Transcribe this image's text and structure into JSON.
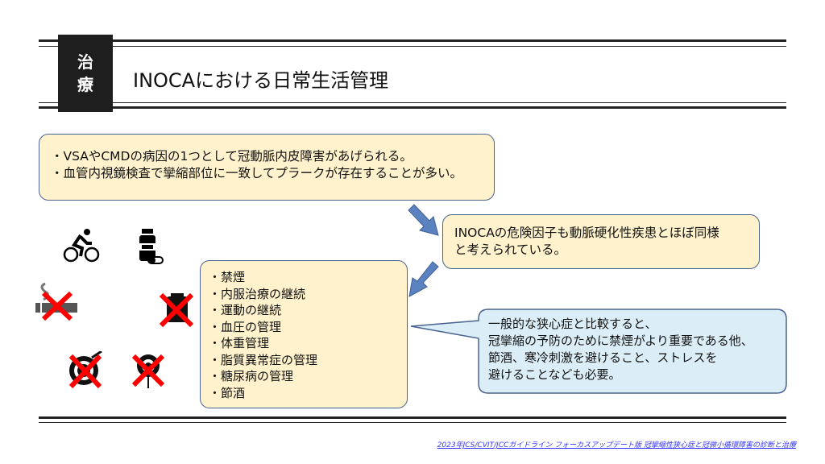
{
  "header": {
    "badge": [
      "治",
      "療"
    ],
    "title": "INOCAにおける日常生活管理"
  },
  "box1": {
    "lines": [
      "・VSAやCMDの病因の1つとして冠動脈内皮障害があげられる。",
      "・血管内視鏡検査で攣縮部位に一致してプラークが存在することが多い。"
    ]
  },
  "box2": {
    "lines": [
      "INOCAの危険因子も動脈硬化性疾患とほぼ同様",
      "と考えられている。"
    ]
  },
  "box3": {
    "items": [
      "・禁煙",
      "・内服治療の継続",
      "・運動の継続",
      "・血圧の管理",
      "・体重管理",
      "・脂質異常症の管理",
      "・糖尿病の管理",
      "・節酒"
    ]
  },
  "callout": {
    "lines": [
      "一般的な狭心症と比較すると、",
      "冠攣縮の予防のために禁煙がより重要である他、",
      "節酒、寒冷刺激を避けること、ストレスを",
      "避けることなども必要。"
    ]
  },
  "source": "2023年JCS/CVIT/JCCガイドライン フォーカスアップデート版 冠攣縮性狭心症と冠微小循環障害の診断と治療",
  "colors": {
    "box_fill": "#fff2cc",
    "callout_fill": "#dbeef8",
    "arrow": "#5b82c0",
    "cross": "#ff0000"
  }
}
